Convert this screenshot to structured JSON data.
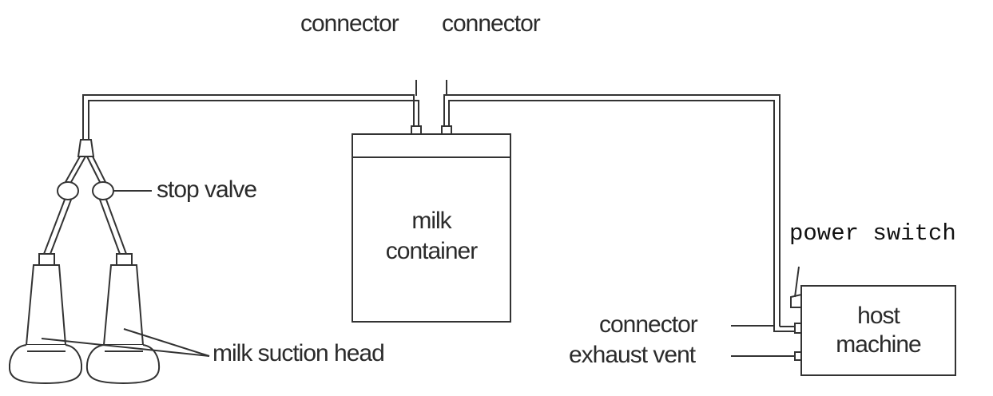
{
  "labels": {
    "connector_left": "connector",
    "connector_right": "connector",
    "stop_valve": "stop valve",
    "milk_container_line1": "milk",
    "milk_container_line2": "container",
    "power_switch": "power switch",
    "host_machine_line1": "host",
    "host_machine_line2": "machine",
    "connector_host": "connector",
    "exhaust_vent": "exhaust vent",
    "milk_suction_head": "milk suction head"
  },
  "colors": {
    "line": "#333333",
    "text": "#2b2b2b"
  }
}
